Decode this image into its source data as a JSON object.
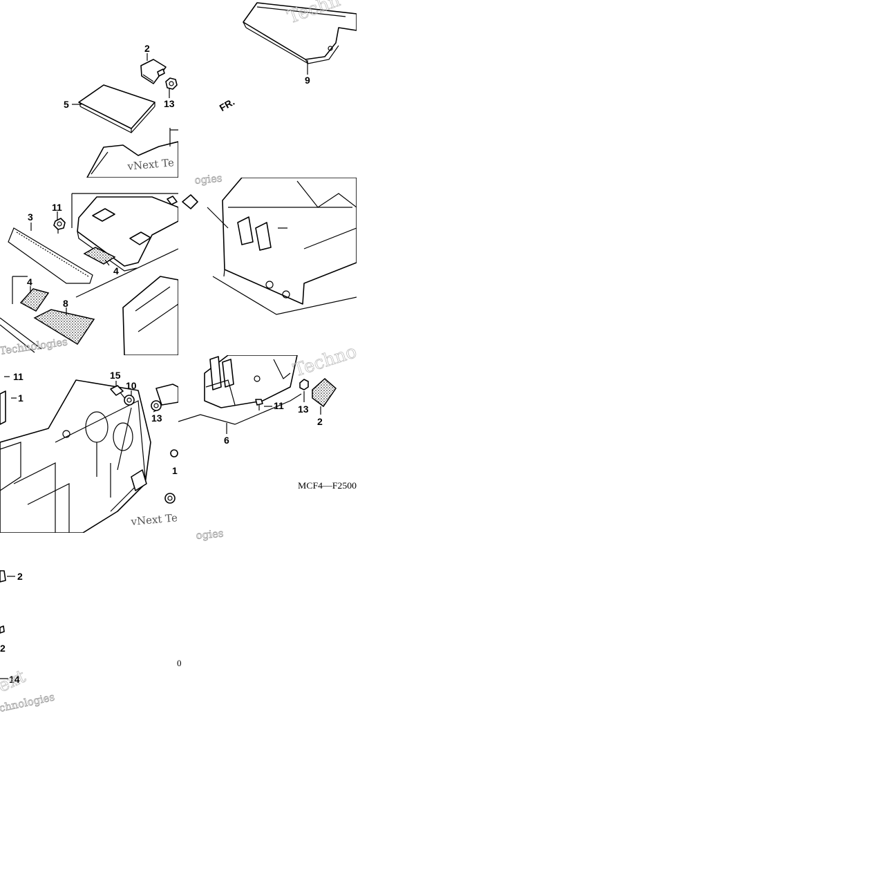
{
  "direction_label": "FR.",
  "diagram_code": "MCF4—F2500",
  "stray_glyph": "0",
  "watermark": {
    "a": "vNext Te",
    "b": "Techn",
    "c": "ogies",
    "d": "Technologies",
    "e": "vNext Te",
    "f": "Techno",
    "g": "ogies",
    "h": "ext",
    "i": "chnologies"
  },
  "callouts": {
    "p2a": "2",
    "p13a": "13",
    "p5": "5",
    "p9": "9",
    "p11a": "11",
    "p3": "3",
    "p4a": "4",
    "p4b": "4",
    "p8": "8",
    "p11b": "11",
    "p1": "1",
    "p15": "15",
    "p10": "10",
    "p13b": "13",
    "p1b": "1",
    "p11c": "11",
    "p13c": "13",
    "p2b": "2",
    "p6": "6",
    "p2c": "2",
    "p2d": "2",
    "p14": "14"
  },
  "icons": [
    "front-arrow-icon"
  ]
}
